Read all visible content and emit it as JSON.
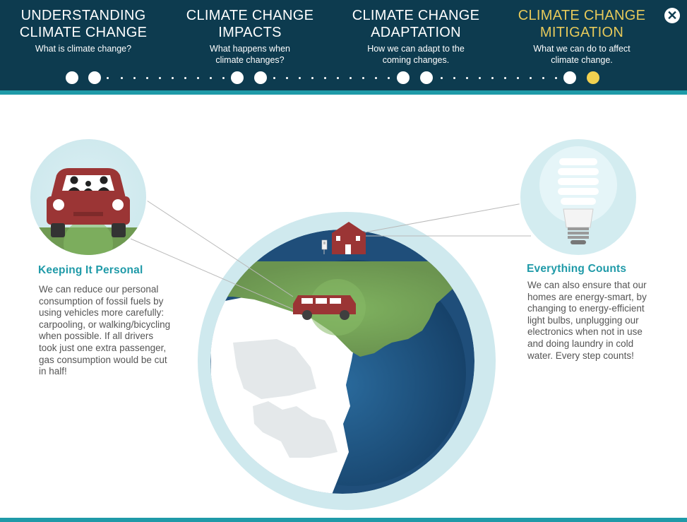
{
  "nav": {
    "sections": [
      {
        "title_line1": "UNDERSTANDING",
        "title_line2": "CLIMATE CHANGE",
        "subtitle_line1": "What is climate change?",
        "subtitle_line2": ""
      },
      {
        "title_line1": "CLIMATE CHANGE",
        "title_line2": "IMPACTS",
        "subtitle_line1": "What happens when",
        "subtitle_line2": "climate changes?"
      },
      {
        "title_line1": "CLIMATE CHANGE",
        "title_line2": "ADAPTATION",
        "subtitle_line1": "How we can adapt to the",
        "subtitle_line2": "coming changes."
      },
      {
        "title_line1": "CLIMATE CHANGE",
        "title_line2": "MITIGATION",
        "subtitle_line1": "What we can do to affect",
        "subtitle_line2": "climate change."
      }
    ],
    "active_section": 3,
    "close_icon": "close-icon",
    "close_glyph": "✕"
  },
  "colors": {
    "nav_bg": "#0d3b4f",
    "accent_teal": "#1f9aa8",
    "active_gold": "#e6c95a",
    "current_dot": "#f2d150",
    "globe_ocean": "#1b4f7c",
    "globe_land": "#6f9a52",
    "halo": "#cfe9ee",
    "red": "#9b3535"
  },
  "left_panel": {
    "heading": "Keeping It Personal",
    "paragraph_lines": [
      "We can reduce our personal",
      "consumption of fossil fuels by",
      "using vehicles more carefully:",
      "carpooling, or walking/bicycling",
      "when possible. If all drivers",
      "took just one extra passenger,",
      "gas consumption would be cut",
      "in half!"
    ],
    "icon": "car-icon"
  },
  "right_panel": {
    "heading": "Everything Counts",
    "paragraph_lines": [
      "We can also ensure that our",
      "homes are energy-smart, by",
      "changing to energy-efficient",
      "light bulbs, unplugging our",
      "electronics when not in use",
      "and doing laundry in cold",
      "water. Every step counts!"
    ],
    "icon": "lightbulb-icon"
  },
  "illustration": {
    "globe_icon": "globe-icon",
    "house_icon": "house-icon",
    "car_icon": "car-icon"
  }
}
